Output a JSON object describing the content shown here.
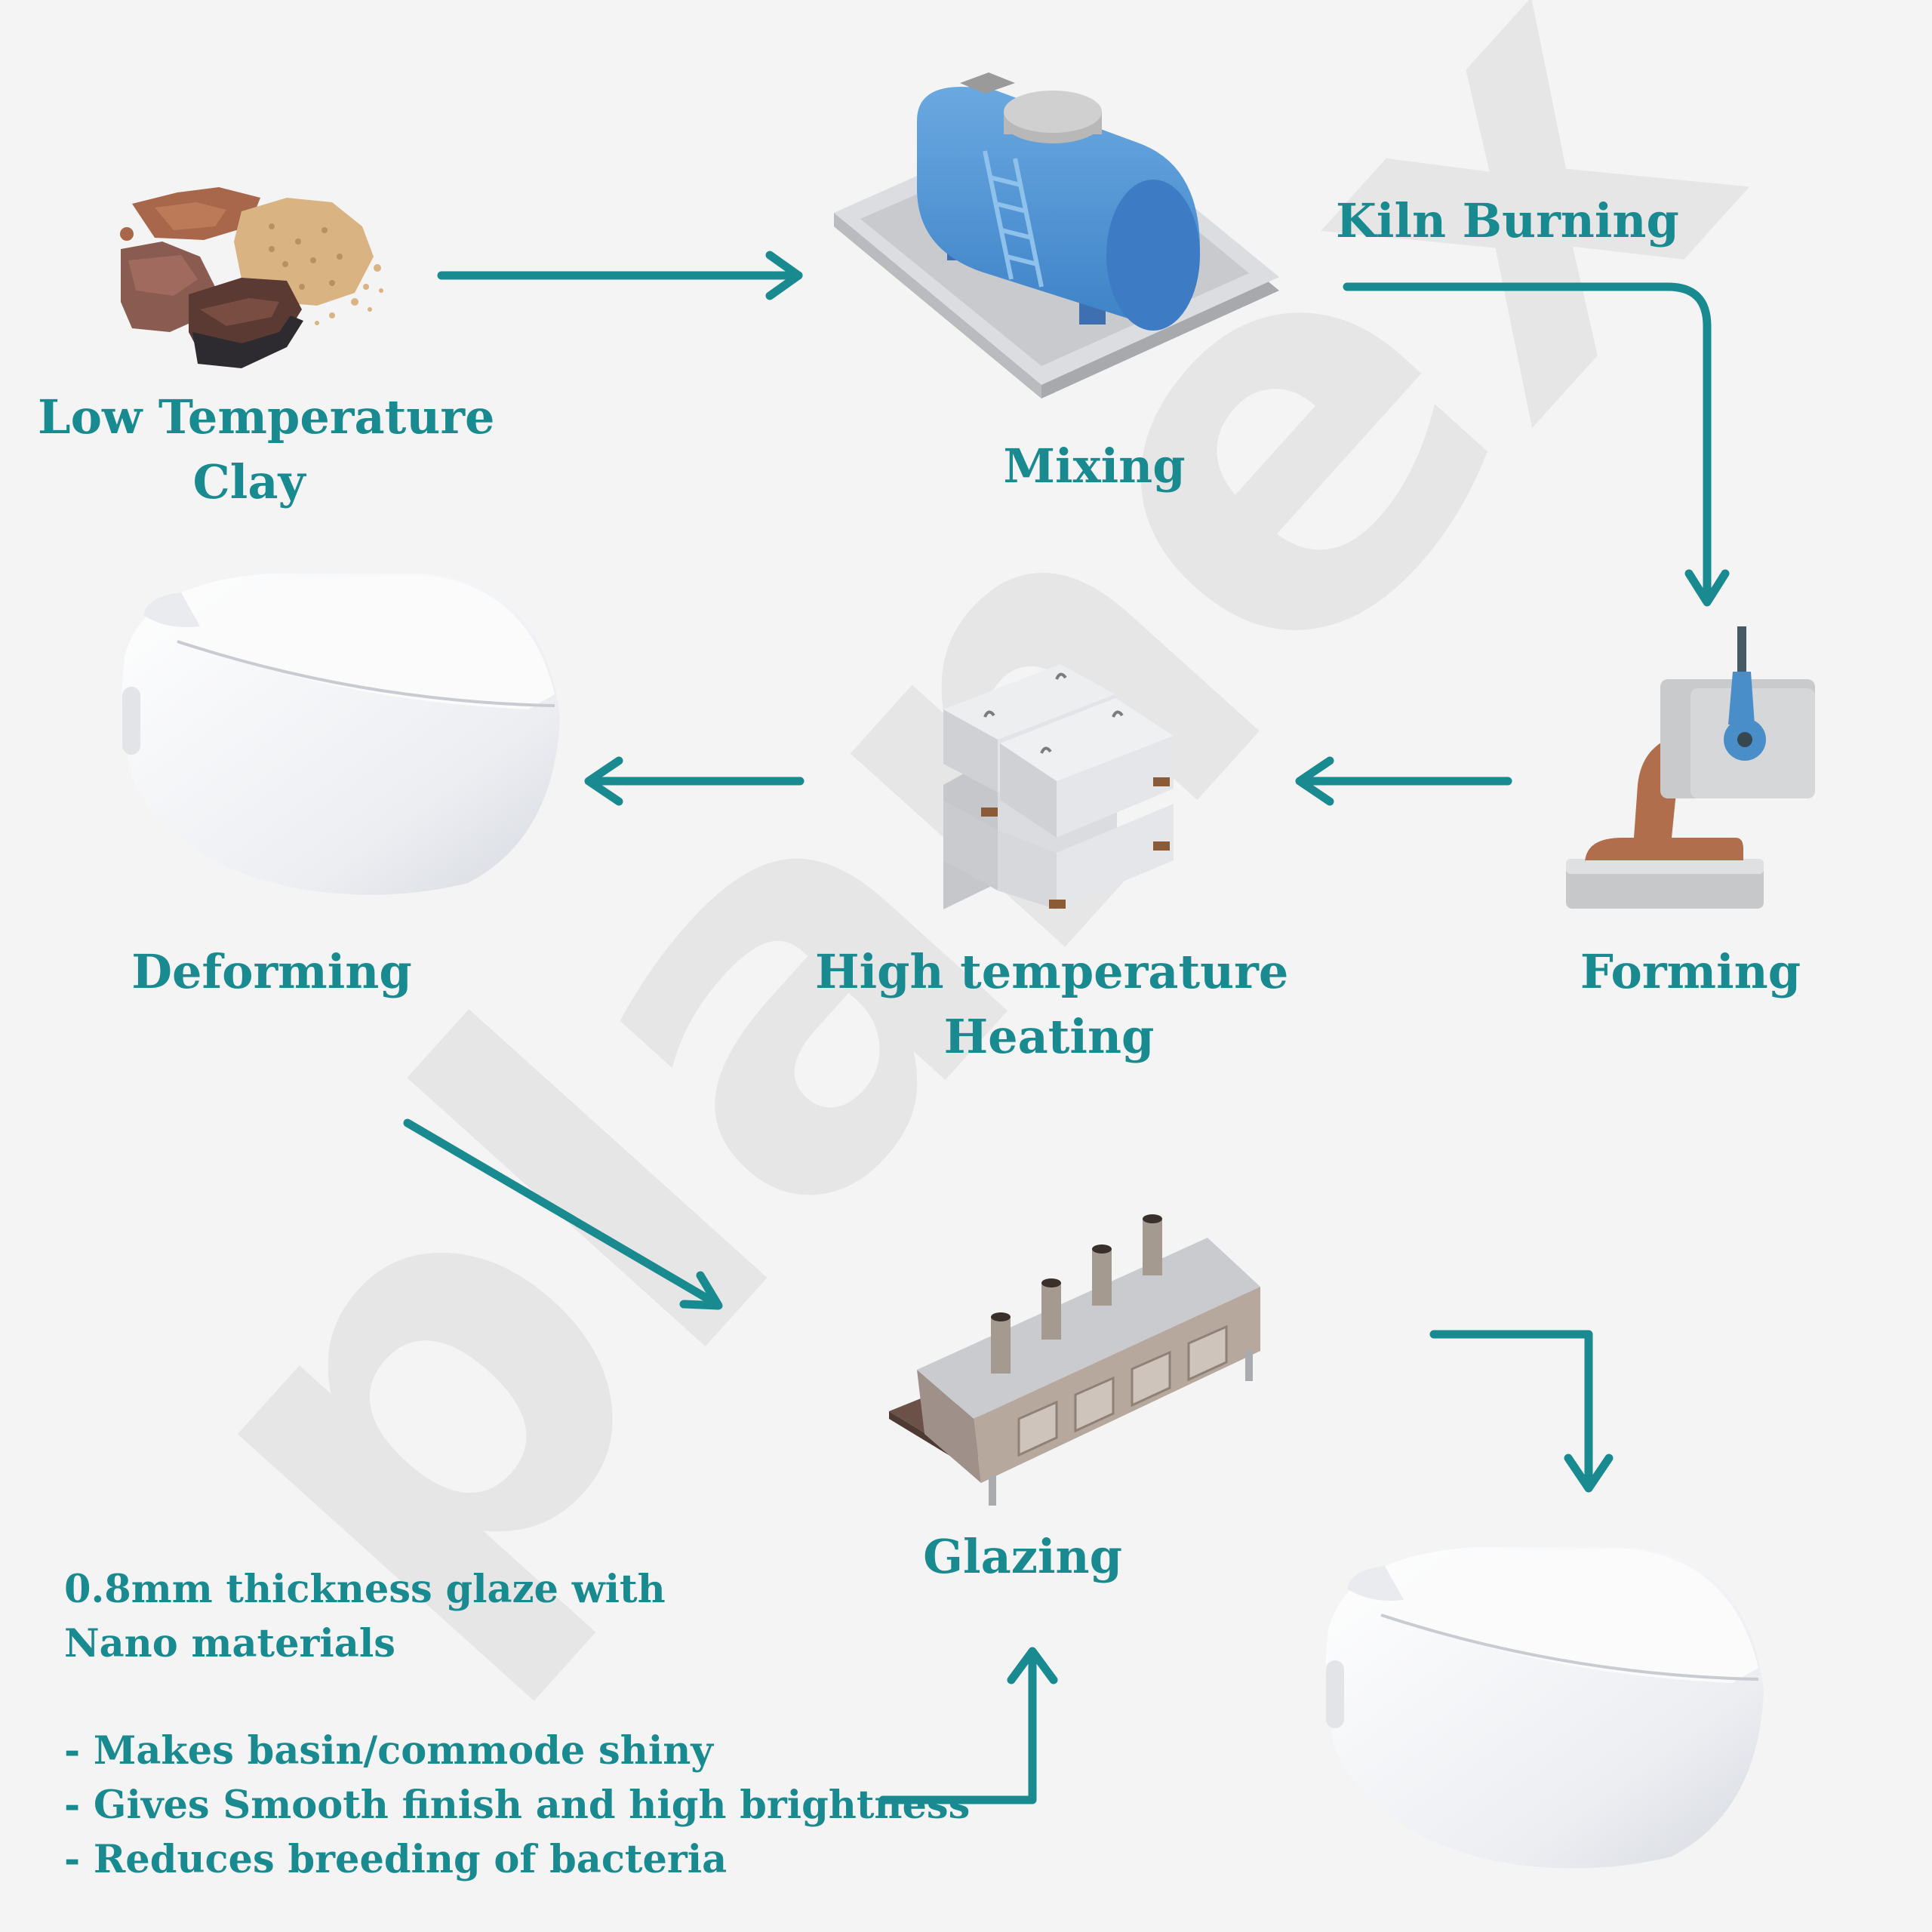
{
  "watermark": "planex",
  "colors": {
    "accent": "#1a8a91",
    "background": "#f4f4f4",
    "watermark": "#e6e6e6"
  },
  "steps": {
    "clay": {
      "line1": "Low Temperature",
      "line2": "Clay",
      "icon": "clay-rocks-icon"
    },
    "mixing": {
      "label": "Mixing",
      "icon": "mixing-tank-icon"
    },
    "kiln": {
      "label": "Kiln Burning"
    },
    "forming": {
      "label": "Forming",
      "icon": "forming-machine-icon"
    },
    "heating": {
      "line1": "High temperature",
      "line2": "Heating",
      "icon": "stacked-molds-icon"
    },
    "deforming": {
      "label": "Deforming",
      "icon": "toilet-bowl-icon"
    },
    "glazing": {
      "label": "Glazing",
      "icon": "glazing-oven-icon"
    },
    "final": {
      "icon": "toilet-bowl-icon"
    }
  },
  "notes": {
    "line1": "0.8mm thickness glaze with",
    "line2": "Nano materials",
    "bullets": [
      "- Makes basin/commode shiny",
      "- Gives Smooth finish and high brightness",
      "- Reduces breeding of bacteria"
    ]
  }
}
